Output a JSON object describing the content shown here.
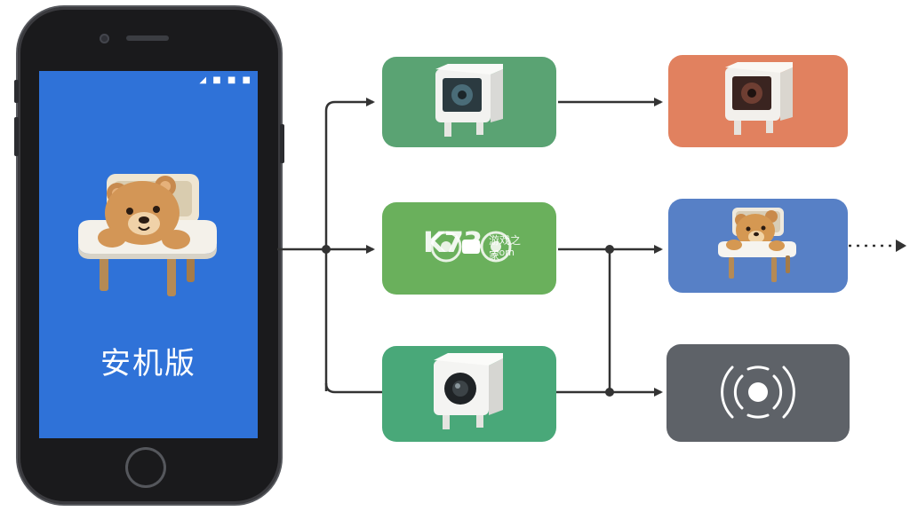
{
  "phone": {
    "status_icons": "◢ ■ ■ ■",
    "screen_label": "安机版"
  },
  "watermark": {
    "logo_text": "K73",
    "site_name": "游戏之家",
    "domain": ".com"
  },
  "colors": {
    "screen_blue": "#2f72d8",
    "box_green": "#5aa373",
    "box_green_mid": "#6ab05c",
    "box_teal": "#49a879",
    "box_orange": "#e1815f",
    "box_blue": "#5780c6",
    "box_gray": "#5e6268",
    "arrow": "#333333"
  },
  "diagram": {
    "nodes": [
      {
        "id": "device-camera-box-1",
        "icon": "camera-device-icon",
        "color": "box_green"
      },
      {
        "id": "device-sensor-box",
        "icon": "sensor-device-icon",
        "color": "box_green_mid"
      },
      {
        "id": "device-camera-box-2",
        "icon": "webcam-device-icon",
        "color": "box_teal"
      },
      {
        "id": "output-camera-box",
        "icon": "camera-device-icon",
        "color": "box_orange"
      },
      {
        "id": "output-bear-box",
        "icon": "bear-chair-icon",
        "color": "box_blue"
      },
      {
        "id": "output-signal-box",
        "icon": "signal-waves-icon",
        "color": "box_gray"
      }
    ]
  }
}
